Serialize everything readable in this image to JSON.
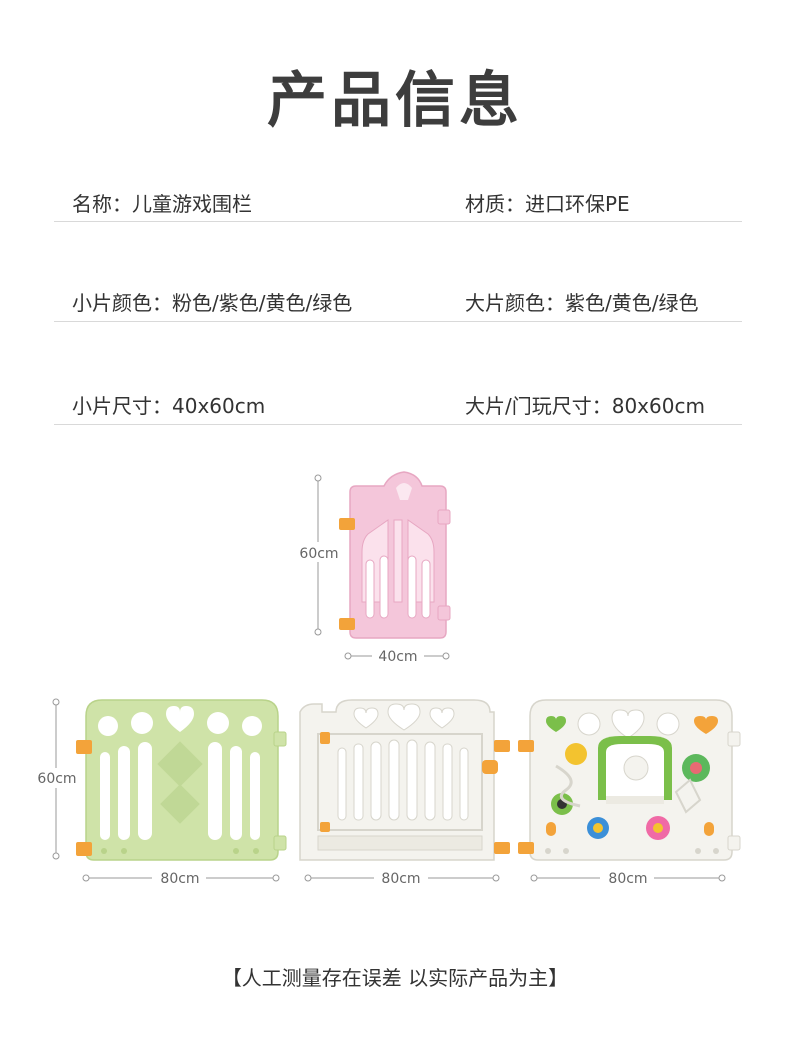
{
  "title": "产品信息",
  "specs": [
    {
      "left": "名称：儿童游戏围栏",
      "right": "材质：进口环保PE"
    },
    {
      "left": "小片颜色：粉色/紫色/黄色/绿色",
      "right": "大片颜色：紫色/黄色/绿色"
    },
    {
      "left": "小片尺寸：40x60cm",
      "right": "大片/门玩尺寸：80x60cm"
    }
  ],
  "dimensions": {
    "small_height": "60cm",
    "small_width": "40cm",
    "large_height": "60cm",
    "large_width_1": "80cm",
    "large_width_2": "80cm",
    "large_width_3": "80cm"
  },
  "colors": {
    "pink": "#f4c6da",
    "green": "#cfe3a8",
    "white": "#f4f3ee",
    "orange": "#f3a33a"
  },
  "note": "【人工测量存在误差 以实际产品为主】"
}
